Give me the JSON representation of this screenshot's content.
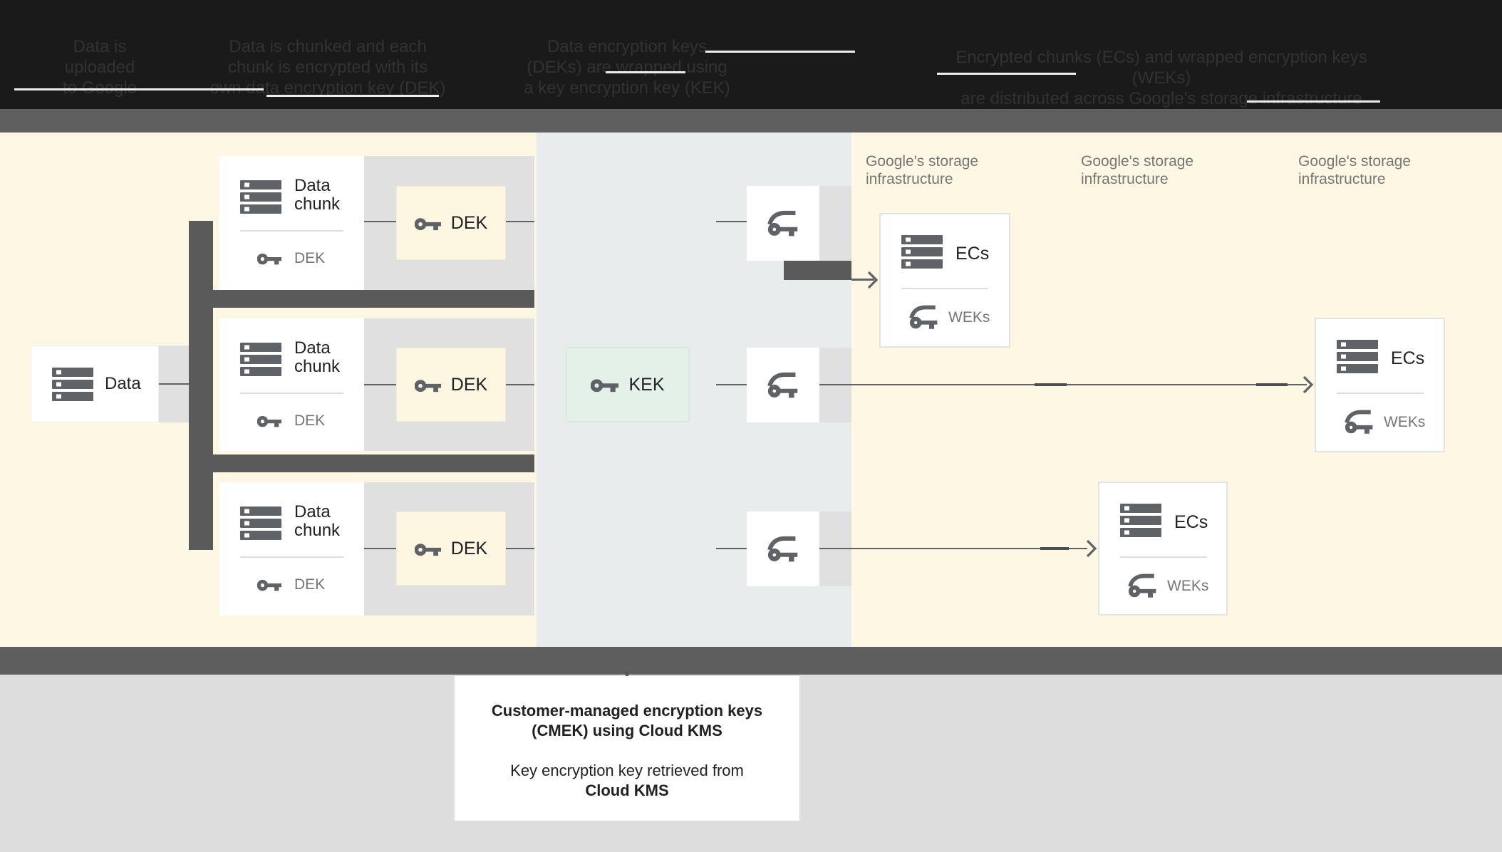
{
  "header": {
    "step1": [
      "Data is",
      "uploaded",
      "to Google"
    ],
    "step2": [
      "Data is chunked and each",
      "chunk is encrypted with its",
      "own data encryption key (DEK)"
    ],
    "step3": [
      "Data encryption keys",
      "(DEKs) are wrapped using",
      "a key encryption key (KEK)"
    ],
    "step4": [
      "Encrypted chunks (ECs) and wrapped encryption keys (WEKs)",
      "are distributed across Google's storage infrastructure"
    ]
  },
  "labels": {
    "data": "Data",
    "chunk_line1": "Data",
    "chunk_line2": "chunk",
    "dek": "DEK",
    "kek": "KEK",
    "ecs": "ECs",
    "weks": "WEKs",
    "storage_line1": "Google's storage",
    "storage_line2": "infrastructure"
  },
  "caption": {
    "line1": "Customer-managed encryption keys",
    "line2": "(CMEK) using Cloud KMS",
    "line3": "Key encryption key retrieved from",
    "line4": "Cloud KMS"
  },
  "icons": [
    "database-icon",
    "key-icon",
    "wrapped-key-icon",
    "arrow-right-icon"
  ],
  "colors": {
    "header_background": "#1a1a1a",
    "band_gray": "#5f5f5f",
    "zone_yellow": "#fdf7e3",
    "zone_blue_gray": "#e8ecec",
    "strip_gray": "#e0e0e0",
    "connector_dark": "#5a5a5a",
    "icon_gray": "#5f6368",
    "text_dark": "#202124",
    "text_gray": "#757575",
    "dek_box_fill": "#fdf6e1",
    "kek_box_fill": "#e3f1e9",
    "bottom_gray": "#dddddd"
  }
}
